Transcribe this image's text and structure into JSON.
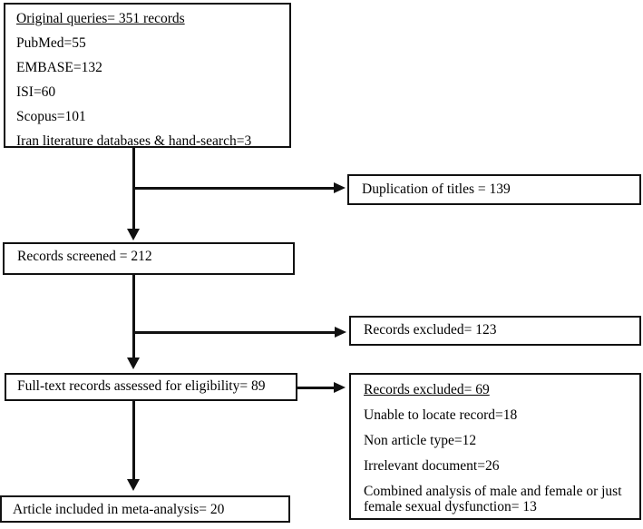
{
  "diagram": {
    "type": "prisma-flowchart",
    "colors": {
      "border": "#111111",
      "background": "#ffffff",
      "text": "#000000",
      "arrow": "#111111"
    },
    "boxes": {
      "original_queries": {
        "title": "Original queries= 351 records",
        "lines": [
          "PubMed=55",
          "EMBASE=132",
          "ISI=60",
          "Scopus=101",
          "Iran literature databases & hand-search=3"
        ]
      },
      "duplication": {
        "label": "Duplication of titles = 139"
      },
      "records_screened": {
        "label": "Records screened = 212"
      },
      "records_excluded_123": {
        "label": "Records excluded= 123"
      },
      "full_text": {
        "label": "Full-text records assessed for eligibility= 89"
      },
      "records_excluded_69": {
        "title": "Records excluded= 69",
        "lines": [
          "Unable to locate record=18",
          "Non article type=12",
          "Irrelevant document=26",
          "Combined analysis of male and female or just female sexual dysfunction= 13"
        ]
      },
      "article_included": {
        "label": "Article included in meta-analysis= 20"
      }
    }
  }
}
